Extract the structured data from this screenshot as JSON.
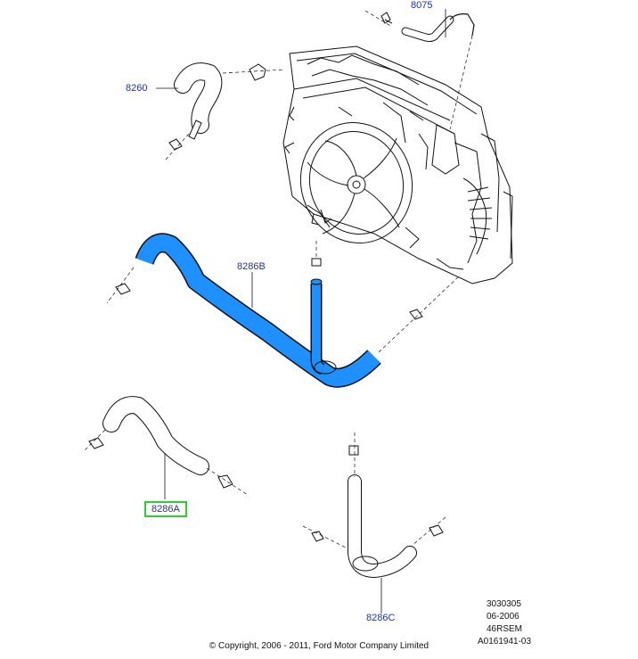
{
  "labels": {
    "p8075": "8075",
    "p8260": "8260",
    "p8286B": "8286B",
    "p8286A": "8286A",
    "p8286C": "8286C"
  },
  "selected_part": "8286A",
  "highlighted_part": "8286B",
  "colors": {
    "highlight": "#1e90ff",
    "selection_box": "#2ecc2e",
    "label_text": "#1f2fb0",
    "line_art": "#111111"
  },
  "meta": {
    "code1": "3030305",
    "date": "06-2006",
    "model": "46RSEM",
    "illustration_id": "A0161941-03"
  },
  "copyright": "© Copyright, 2006 - 2011, Ford Motor Company Limited"
}
